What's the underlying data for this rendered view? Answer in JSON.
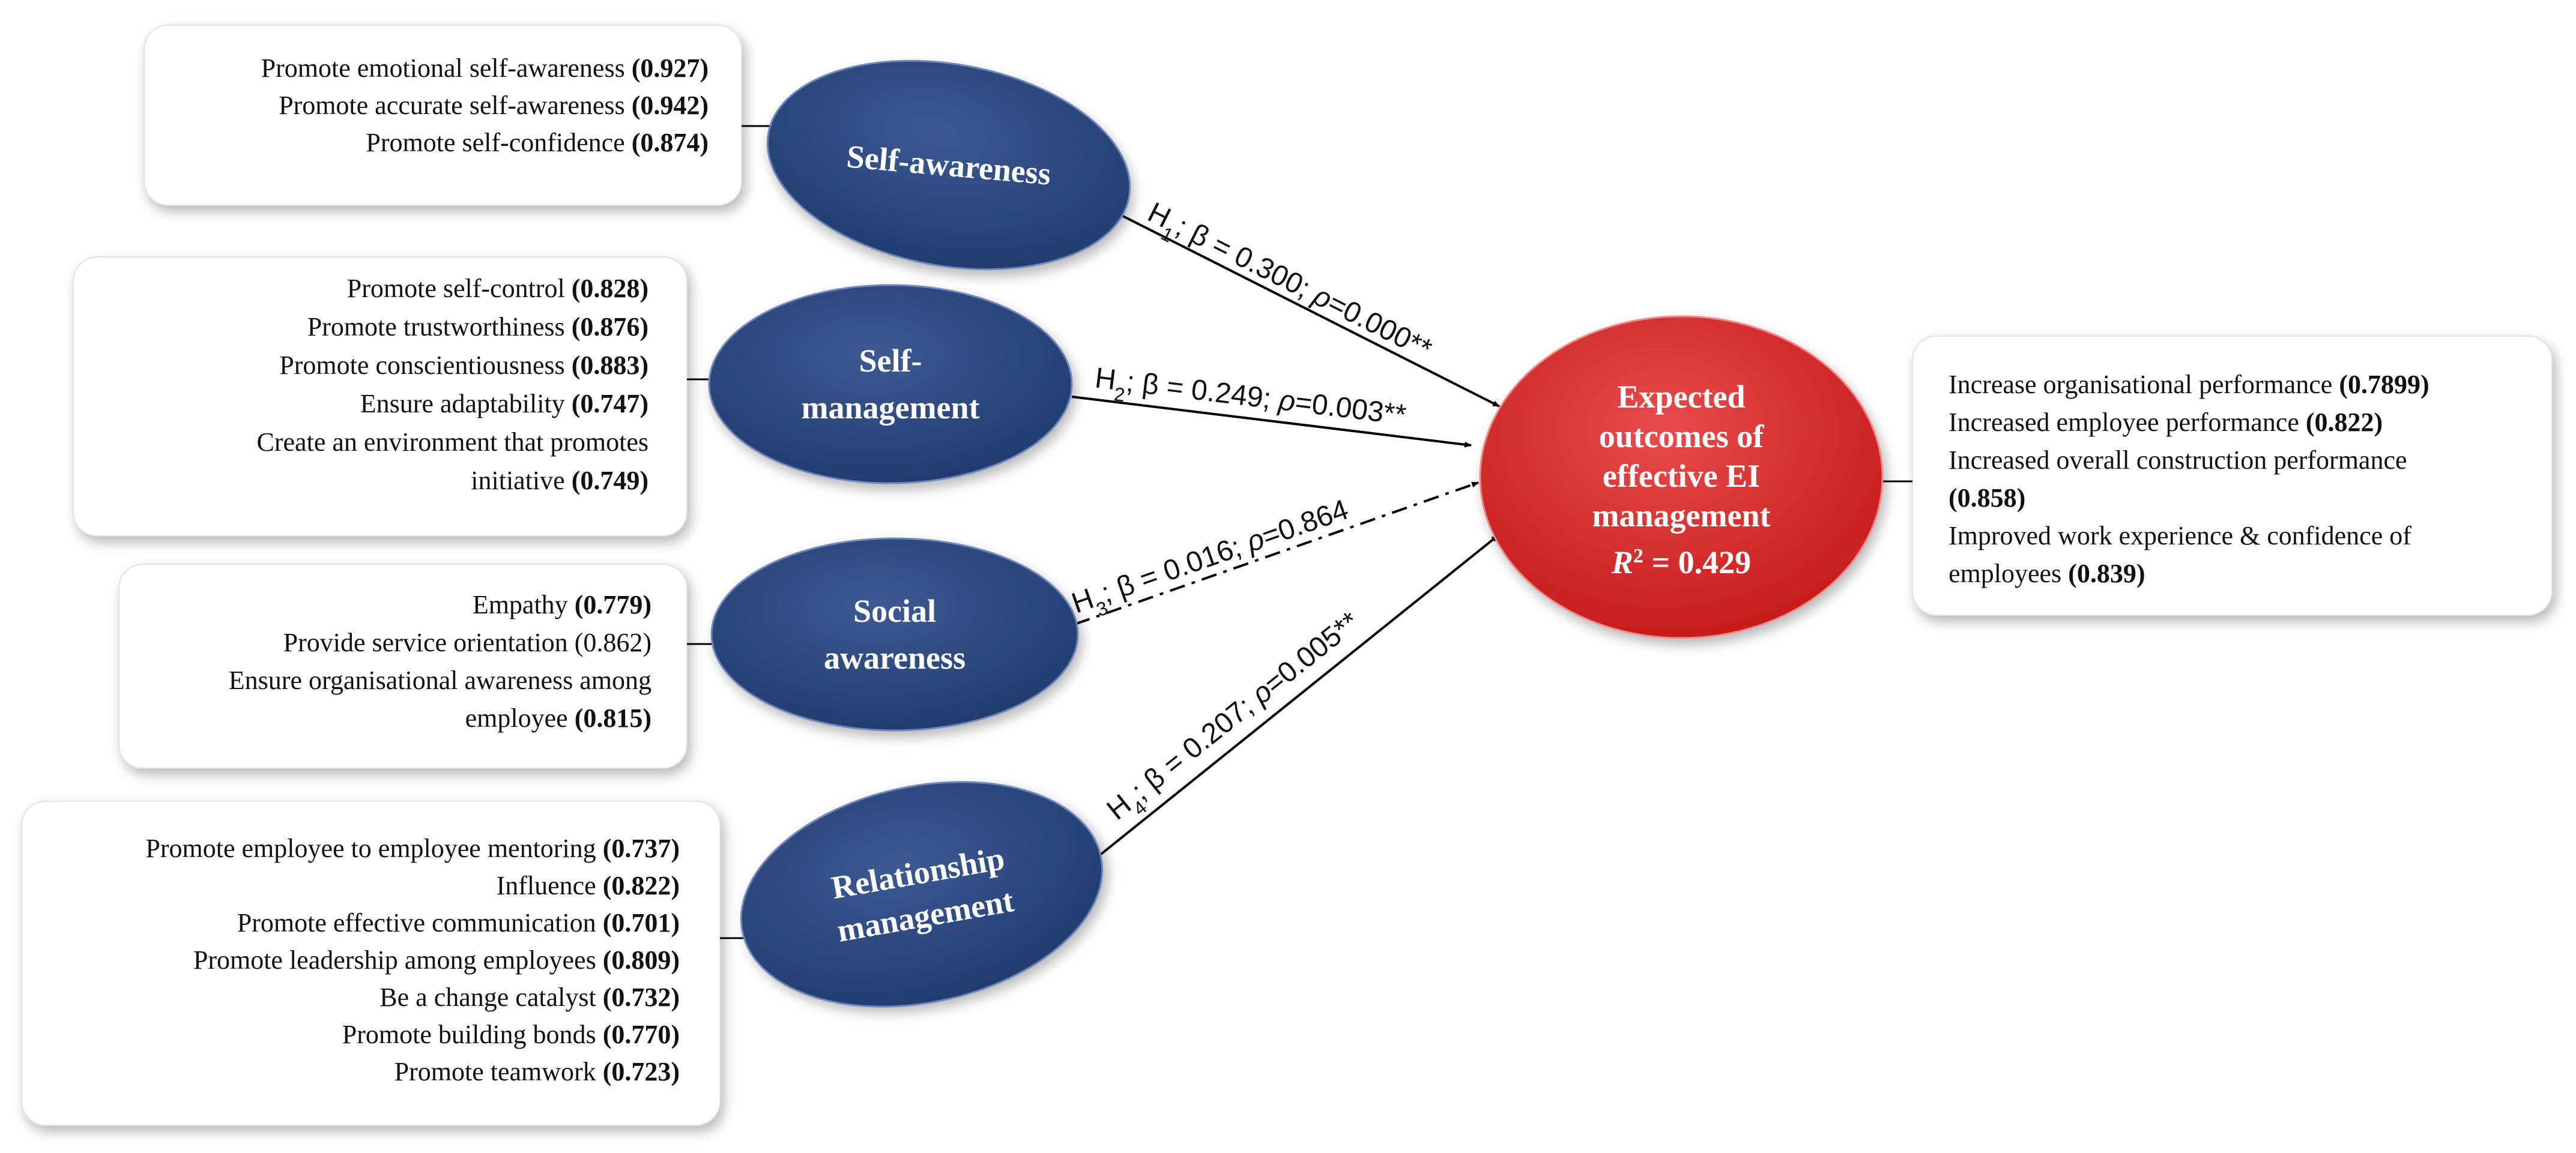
{
  "colors": {
    "construct_fill": "#1f3b6e",
    "construct_highlight": "#3d5a93",
    "outcome_fill": "#c41a1a",
    "outcome_highlight": "#e84c4c",
    "line": "#000000"
  },
  "constructs": [
    {
      "id": "self-awareness",
      "lines": [
        "Self-awareness"
      ],
      "items": [
        [
          {
            "t": "Promote emotional self-awareness "
          },
          {
            "t": "(0.927)",
            "b": true
          }
        ],
        [
          {
            "t": "Promote accurate self-awareness "
          },
          {
            "t": "(0.942)",
            "b": true
          }
        ],
        [
          {
            "t": "Promote self-confidence "
          },
          {
            "t": "(0.874)",
            "b": true
          }
        ]
      ]
    },
    {
      "id": "self-management",
      "lines": [
        "Self-",
        "management"
      ],
      "items": [
        [
          {
            "t": "Promote self-control "
          },
          {
            "t": "(0.828)",
            "b": true
          }
        ],
        [
          {
            "t": "Promote trustworthiness "
          },
          {
            "t": "(0.876)",
            "b": true
          }
        ],
        [
          {
            "t": "Promote conscientiousness "
          },
          {
            "t": "(0.883)",
            "b": true
          }
        ],
        [
          {
            "t": "Ensure adaptability "
          },
          {
            "t": "(0.747)",
            "b": true
          }
        ],
        [
          {
            "t": "Create an environment that promotes"
          }
        ],
        [
          {
            "t": "initiative "
          },
          {
            "t": "(0.749)",
            "b": true
          }
        ]
      ]
    },
    {
      "id": "social-awareness",
      "lines": [
        "Social",
        "awareness"
      ],
      "items": [
        [
          {
            "t": "Empathy "
          },
          {
            "t": "(0.779)",
            "b": true
          }
        ],
        [
          {
            "t": "Provide service orientation (0.862)"
          }
        ],
        [
          {
            "t": "Ensure organisational awareness among"
          }
        ],
        [
          {
            "t": "employee "
          },
          {
            "t": "(0.815)",
            "b": true
          }
        ]
      ]
    },
    {
      "id": "relationship-management",
      "lines": [
        "Relationship",
        "management"
      ],
      "items": [
        [
          {
            "t": "Promote employee to employee mentoring "
          },
          {
            "t": "(0.737)",
            "b": true
          }
        ],
        [
          {
            "t": "Influence "
          },
          {
            "t": "(0.822)",
            "b": true
          }
        ],
        [
          {
            "t": "Promote effective communication "
          },
          {
            "t": "(0.701)",
            "b": true
          }
        ],
        [
          {
            "t": "Promote leadership among employees "
          },
          {
            "t": "(0.809)",
            "b": true
          }
        ],
        [
          {
            "t": "Be a change catalyst "
          },
          {
            "t": "(0.732)",
            "b": true
          }
        ],
        [
          {
            "t": "Promote building bonds "
          },
          {
            "t": "(0.770)",
            "b": true
          }
        ],
        [
          {
            "t": "Promote teamwork "
          },
          {
            "t": "(0.723)",
            "b": true
          }
        ]
      ]
    }
  ],
  "outcome": {
    "lines": [
      "Expected",
      "outcomes of",
      "effective EI",
      "management"
    ],
    "r2_label": "R",
    "r2_sup": "2",
    "r2_value": " = 0.429",
    "items": [
      [
        {
          "t": "Increase organisational performance "
        },
        {
          "t": "(0.7899)",
          "b": true
        }
      ],
      [
        {
          "t": "Increased employee performance "
        },
        {
          "t": "(0.822)",
          "b": true
        }
      ],
      [
        {
          "t": "Increased overall construction performance"
        }
      ],
      [
        {
          "t": "(0.858)",
          "b": true
        }
      ],
      [
        {
          "t": "Improved work experience & confidence of"
        }
      ],
      [
        {
          "t": "employees "
        },
        {
          "t": "(0.839)",
          "b": true
        }
      ]
    ]
  },
  "paths": [
    {
      "h": "H",
      "sub": "1",
      "rest": "; β = 0.300; ",
      "p": "ρ",
      "pval": "=0.000**",
      "style": "solid"
    },
    {
      "h": "H",
      "sub": "2",
      "rest": "; β = 0.249; ",
      "p": "ρ",
      "pval": "=0.003**",
      "style": "solid"
    },
    {
      "h": "H",
      "sub": "3",
      "rest": "; β = 0.016; ",
      "p": "ρ",
      "pval": "=0.864",
      "style": "dashdot"
    },
    {
      "h": "H",
      "sub": "4",
      "rest": "; β = 0.207; ",
      "p": "ρ",
      "pval": "=0.005**",
      "style": "solid"
    }
  ]
}
